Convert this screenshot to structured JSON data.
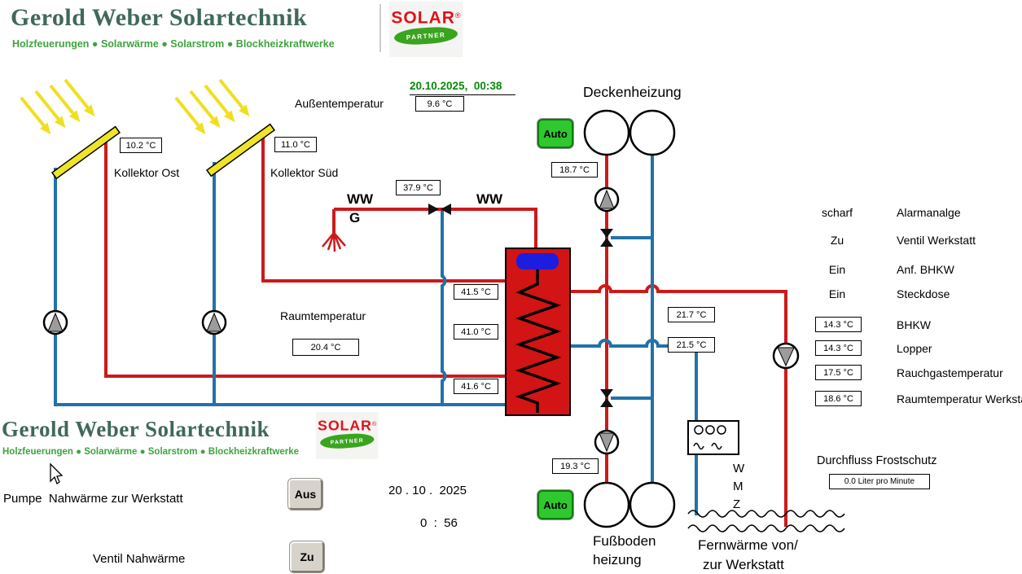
{
  "brand": {
    "title": "Gerold Weber Solartechnik",
    "subtitle": "Holzfeuerungen ● Solarwärme ● Solarstrom ● Blockheizkraftwerke",
    "badge": {
      "top": "SOLAR",
      "bottom": "PARTNER",
      "reg": "®"
    }
  },
  "header": {
    "datetime": "20.10.2025,  00:38",
    "outdoor_label": "Außentemperatur",
    "outdoor_value": "9.6 °C"
  },
  "collectors": {
    "ost": {
      "label": "Kollektor Ost",
      "temp": "10.2 °C"
    },
    "sued": {
      "label": "Kollektor Süd",
      "temp": "11.0 °C"
    }
  },
  "ww": {
    "label_left": "WW",
    "label_g": "G",
    "label_right": "WW",
    "temp": "37.9 °C"
  },
  "deckenheizung": {
    "label": "Deckenheizung",
    "mode": "Auto",
    "supply_temp": "18.7 °C"
  },
  "fussboden": {
    "label_line1": "Fußboden",
    "label_line2": "heizung",
    "mode": "Auto",
    "supply_temp": "19.3 °C"
  },
  "tank": {
    "temp_top": "41.5 °C",
    "temp_mid": "41.0 °C",
    "temp_bottom": "41.6 °C"
  },
  "room": {
    "label": "Raumtemperatur",
    "value": "20.4 °C"
  },
  "loop": {
    "temp_upper": "21.7 °C",
    "temp_lower": "21.5 °C"
  },
  "status_list": [
    {
      "state": "scharf",
      "label": "Alarmanalge"
    },
    {
      "state": "Zu",
      "label": "Ventil Werkstatt"
    },
    {
      "state": "Ein",
      "label": "Anf. BHKW"
    },
    {
      "state": "Ein",
      "label": "Steckdose"
    }
  ],
  "temp_list": [
    {
      "value": "14.3 °C",
      "label": "BHKW"
    },
    {
      "value": "14.3 °C",
      "label": "Lopper"
    },
    {
      "value": "17.5 °C",
      "label": "Rauchgastemperatur"
    },
    {
      "value": "18.6 °C",
      "label": "Raumtemperatur Werkstatt"
    }
  ],
  "wmz": {
    "w": "W",
    "m": "M",
    "z": "Z"
  },
  "frostschutz": {
    "label": "Durchfluss Frostschutz",
    "value": "0.0 Liter pro Minute"
  },
  "fernwaerme": {
    "line1": "Fernwärme von/",
    "line2": "zur Werkstatt"
  },
  "controls": {
    "pumpe_label": "Pumpe  Nahwärme zur Werkstatt",
    "pumpe_state": "Aus",
    "ventil_label": "Ventil Nahwärme",
    "ventil_state": "Zu",
    "date": "20 . 10 .  2025",
    "time": "0  :  56"
  },
  "colors": {
    "pipe_hot": "#cc1a1a",
    "pipe_cold": "#2272a8",
    "tank_red": "#d21414",
    "auto_green": "#2fc82f",
    "logo_green": "#3fa33f"
  }
}
